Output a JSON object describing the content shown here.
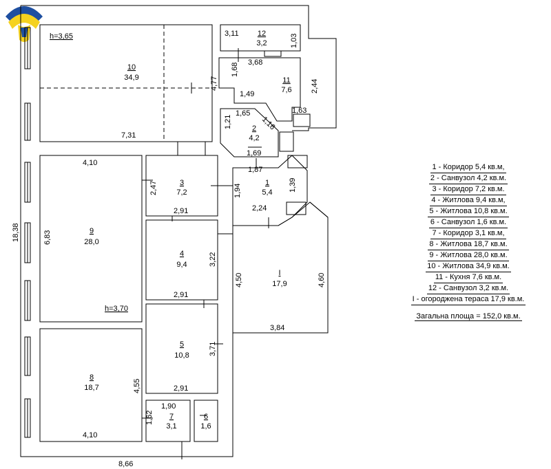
{
  "heights": {
    "h1": "h=3,65",
    "h2": "h=3,70"
  },
  "rooms": [
    {
      "id": "r10",
      "num": "10",
      "area": "34,9"
    },
    {
      "id": "r12",
      "num": "12",
      "area": "3,2"
    },
    {
      "id": "r11",
      "num": "11",
      "area": "7,6"
    },
    {
      "id": "r2",
      "num": "2",
      "area": "4,2"
    },
    {
      "id": "r3",
      "num": "3",
      "area": "7,2"
    },
    {
      "id": "r1",
      "num": "1",
      "area": "5,4"
    },
    {
      "id": "r9",
      "num": "9",
      "area": "28,0"
    },
    {
      "id": "r4",
      "num": "4",
      "area": "9,4"
    },
    {
      "id": "rI",
      "num": "I",
      "area": "17,9"
    },
    {
      "id": "r5",
      "num": "5",
      "area": "10,8"
    },
    {
      "id": "r8",
      "num": "8",
      "area": "18,7"
    },
    {
      "id": "r7",
      "num": "7",
      "area": "3,1"
    },
    {
      "id": "r6",
      "num": "6",
      "area": "1,6"
    }
  ],
  "dimensions": {
    "d311": "3,11",
    "d103": "1,03",
    "d368": "3,68",
    "d168": "1,68",
    "d177": "4,77",
    "d244": "2,44",
    "d149": "1,49",
    "d163": "1,63",
    "d731": "7,31",
    "d165": "1,65",
    "d121": "1,21",
    "d116": "1,16",
    "d169": "1,69",
    "d187": "1,87",
    "d410a": "4,10",
    "d247": "2,47",
    "d194": "1,94",
    "d139": "1,39",
    "d224": "2,24",
    "d291a": "2,91",
    "d1838": "18,38",
    "d683": "6,83",
    "d322": "3,22",
    "d450": "4,50",
    "d460": "4,60",
    "d291b": "2,91",
    "d384": "3,84",
    "d371": "3,71",
    "d455": "4,55",
    "d291c": "2,91",
    "d190": "1,90",
    "d162": "1,62",
    "d410b": "4,10",
    "d866": "8,66"
  },
  "legend": [
    "1 - Коридор 5,4 кв.м,",
    "2 - Санвузол 4,2 кв.м.",
    "3 - Коридор 7,2 кв.м.",
    "4 - Житлова 9,4 кв.м,",
    "5 - Житлова 10,8 кв.м.",
    "6 - Санвузол 1,6 кв.м.",
    "7 - Коридор 3,1 кв.м,",
    "8 - Житлова 18,7 кв.м.",
    "9 - Житлова 28,0 кв.м.",
    "10 - Житлова 34,9 кв.м.",
    "11 - Кухня 7,6 кв.м.",
    "12 - Санвузол 3,2 кв.м.",
    "І - огороджена тераса 17,9 кв.м."
  ],
  "total": "Загальна площа = 152,0 кв.м.",
  "colors": {
    "logo_blue": "#1e4fa0",
    "logo_yellow": "#f5d21f",
    "line": "#000000"
  }
}
